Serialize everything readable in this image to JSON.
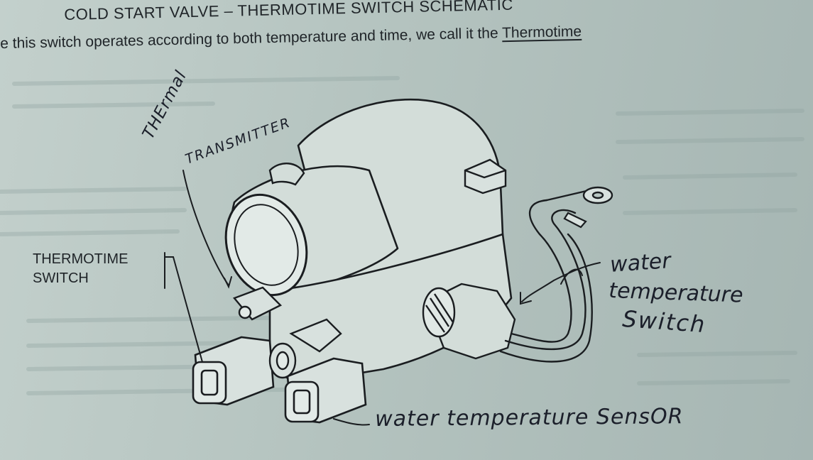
{
  "heading": "COLD START VALVE – THERMOTIME SWITCH SCHEMATIC",
  "body_text": {
    "before": "e this switch operates according to both temperature and time, we call it the ",
    "underlined": "Thermotime"
  },
  "labels": {
    "thermotime_switch_line1": "THERMOTIME",
    "thermotime_switch_line2": "SWITCH"
  },
  "handwritten": {
    "thermal": "THErmal",
    "transmitter": "TRANSMITTER",
    "water_temperature_switch_line1": "water",
    "water_temperature_switch_line2": "temperature",
    "water_temperature_switch_line3": "Switch",
    "water_temperature_sensor": "water temperature SensOR"
  },
  "colors": {
    "paper": "#b9c7c3",
    "ink": "#1f2428",
    "pen": "#1b1f2a"
  }
}
